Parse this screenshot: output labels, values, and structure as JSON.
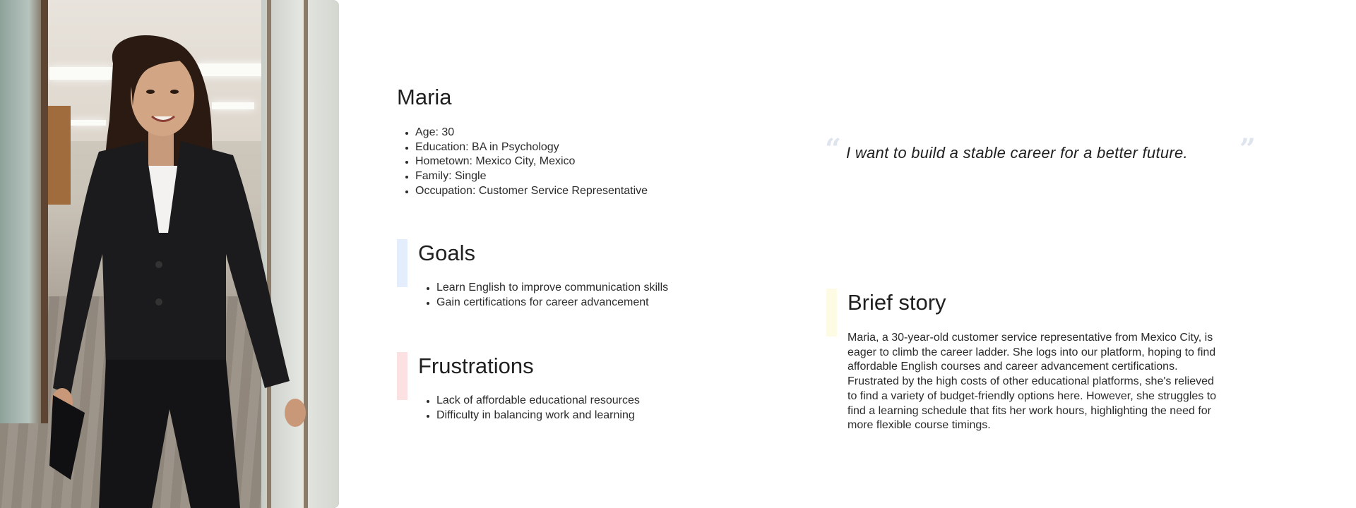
{
  "persona": {
    "name": "Maria",
    "facts": [
      "Age: 30",
      "Education: BA in Psychology",
      "Hometown: Mexico City, Mexico",
      "Family: Single",
      "Occupation: Customer Service Representative"
    ]
  },
  "goals": {
    "title": "Goals",
    "accent": "#e4edfb",
    "items": [
      "Learn English to improve communication skills",
      "Gain certifications for career advancement"
    ]
  },
  "frustrations": {
    "title": "Frustrations",
    "accent": "#fbe1e1",
    "items": [
      "Lack of affordable educational resources",
      "Difficulty in balancing work and learning"
    ]
  },
  "quote": {
    "text": "I want to build a stable career for a better future.",
    "mark_color": "#dfe5ee"
  },
  "story": {
    "title": "Brief story",
    "accent": "#fdfbe3",
    "text": "Maria, a 30-year-old customer service representative from Mexico City, is eager to climb the career ladder. She logs into our platform, hoping to find affordable English courses and career advancement certifications. Frustrated by the high costs of other educational platforms, she's relieved to find a variety of budget-friendly options here. However, she struggles to find a learning schedule that fits her work hours, highlighting the need for more flexible course timings."
  }
}
